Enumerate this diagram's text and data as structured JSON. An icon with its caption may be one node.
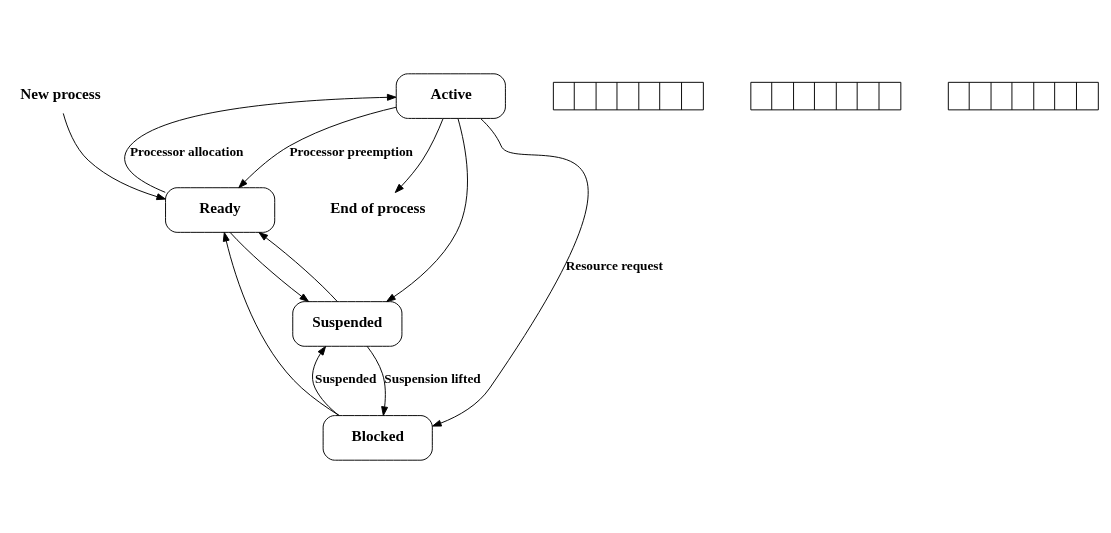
{
  "diagram": {
    "nodes": [
      {
        "text": [
          "Active"
        ]
      },
      {
        "text": [
          "End of process"
        ]
      },
      {
        "text": [
          "Ready"
        ]
      },
      {
        "text": [
          "New process"
        ]
      },
      {
        "text": [
          "Blocked"
        ]
      },
      {
        "text": [],
        "shape": "bar"
      },
      {
        "text": [],
        "shape": "bar"
      },
      {
        "text": [
          "Suspended"
        ]
      },
      {
        "text": [],
        "shape": "bar"
      }
    ],
    "edges": [
      {
        "from": 3,
        "to": 2,
        "arrow": "to"
      },
      {
        "from": 2,
        "to": 0,
        "arrow": "to",
        "label": "Processor allocation"
      },
      {
        "from": 0,
        "to": 2,
        "arrow": "to",
        "label": "Processor preemption"
      },
      {
        "from": 0,
        "to": 1,
        "arrow": "to"
      },
      {
        "from": 0,
        "to": 4,
        "arrow": "to",
        "label": "Resource request"
      },
      {
        "from": 0,
        "to": 7,
        "arrow": "to"
      },
      {
        "from": 4,
        "to": 2,
        "arrow": "to"
      },
      {
        "from": 2,
        "to": 7,
        "arrow": "to"
      },
      {
        "from": 7,
        "to": 2,
        "arrow": "to"
      },
      {
        "from": 4,
        "to": 7,
        "arrow": "to",
        "label": "Suspended"
      },
      {
        "from": 7,
        "to": 4,
        "arrow": "to",
        "label": "Suspension lifted"
      }
    ]
  }
}
